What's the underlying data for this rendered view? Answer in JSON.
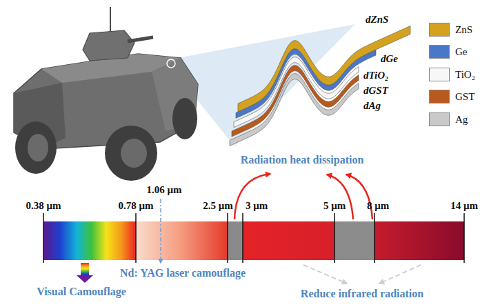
{
  "diagram": {
    "labels": [
      "dZnS",
      "dGe",
      "dTiO₂",
      "dGST",
      "dAg",
      "Radiation heat dissipation",
      "1.06 μm",
      "0.38 μm",
      "0.78 μm",
      "2.5 μm",
      "3 μm",
      "5 μm",
      "8 μm",
      "14 μm",
      "Nd: YAG laser camouflage",
      "Visual Camouflage",
      "Reduce infrared radiation"
    ],
    "legend": [
      {
        "text": "ZnS",
        "color": "#d4a21e"
      },
      {
        "text": "Ge",
        "color": "#4a78c8"
      },
      {
        "text": "TiO₂",
        "color": "#f7f7f7"
      },
      {
        "text": "GST",
        "color": "#b85a1e"
      },
      {
        "text": "Ag",
        "color": "#c9c9c9"
      }
    ]
  }
}
